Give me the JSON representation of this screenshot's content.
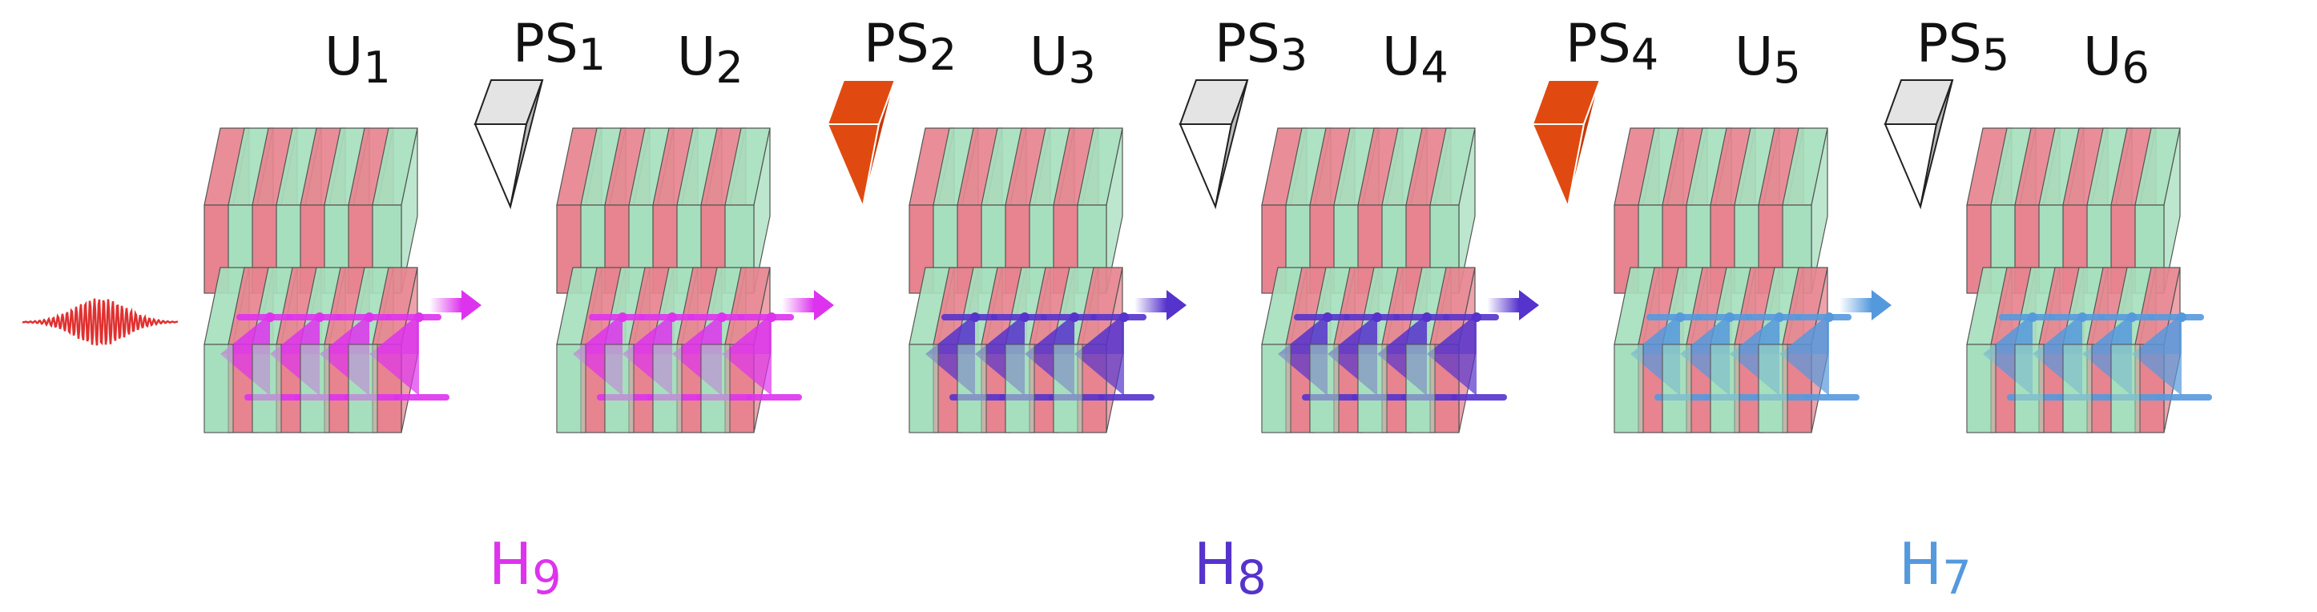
{
  "undulators": [
    {
      "name": "U",
      "index": "1"
    },
    {
      "name": "U",
      "index": "2"
    },
    {
      "name": "U",
      "index": "3"
    },
    {
      "name": "U",
      "index": "4"
    },
    {
      "name": "U",
      "index": "5"
    },
    {
      "name": "U",
      "index": "6"
    }
  ],
  "phase_shifters": [
    {
      "name": "PS",
      "index": "1",
      "state": "off"
    },
    {
      "name": "PS",
      "index": "2",
      "state": "on"
    },
    {
      "name": "PS",
      "index": "3",
      "state": "off"
    },
    {
      "name": "PS",
      "index": "4",
      "state": "on"
    },
    {
      "name": "PS",
      "index": "5",
      "state": "off"
    }
  ],
  "harmonics": [
    {
      "name": "H",
      "index": "9",
      "color": "#dd33ee",
      "undulators": [
        "U1",
        "U2"
      ]
    },
    {
      "name": "H",
      "index": "8",
      "color": "#5533cc",
      "undulators": [
        "U3",
        "U4"
      ]
    },
    {
      "name": "H",
      "index": "7",
      "color": "#5599dd",
      "undulators": [
        "U5",
        "U6"
      ]
    }
  ],
  "colors": {
    "magnet_red": "#e7848f",
    "magnet_green": "#a6dfbd",
    "ps_off": "#e4e4e4",
    "ps_on": "#e04a10",
    "pulse": "#e03030"
  }
}
